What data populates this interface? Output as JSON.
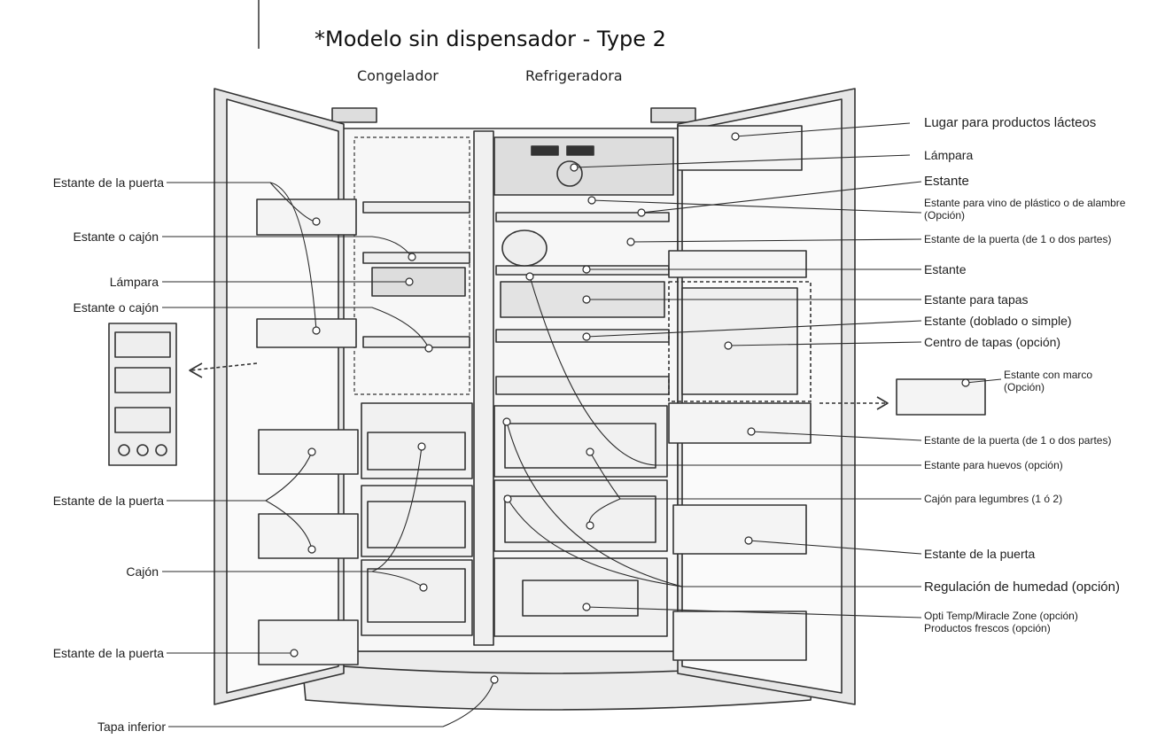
{
  "title": "*Modelo sin dispensador - Type 2",
  "sections": {
    "freezer": "Congelador",
    "fridge": "Refrigeradora"
  },
  "left_labels": [
    "Estante de la puerta",
    "Estante o cajón",
    "Lámpara",
    "Estante o cajón",
    "Estante de la puerta",
    "Cajón",
    "Estante de la puerta",
    "Tapa inferior"
  ],
  "right_labels": [
    "Lugar para productos lácteos",
    "Lámpara",
    "Estante",
    "Estante para vino de plástico o de alambre\n(Opción)",
    "Estante de la puerta (de 1 o dos partes)",
    "Estante",
    "Estante para tapas",
    "Estante (doblado o simple)",
    "Centro de tapas (opción)",
    "Estante con marco\n(Opción)",
    "Estante de la puerta (de 1 o dos partes)",
    "Estante para huevos (opción)",
    "Cajón para legumbres (1 ó 2)",
    "Estante de la puerta",
    "Regulación de humedad (opción)",
    "Opti Temp/Miracle Zone (opción)\nProductos frescos (opción)"
  ]
}
